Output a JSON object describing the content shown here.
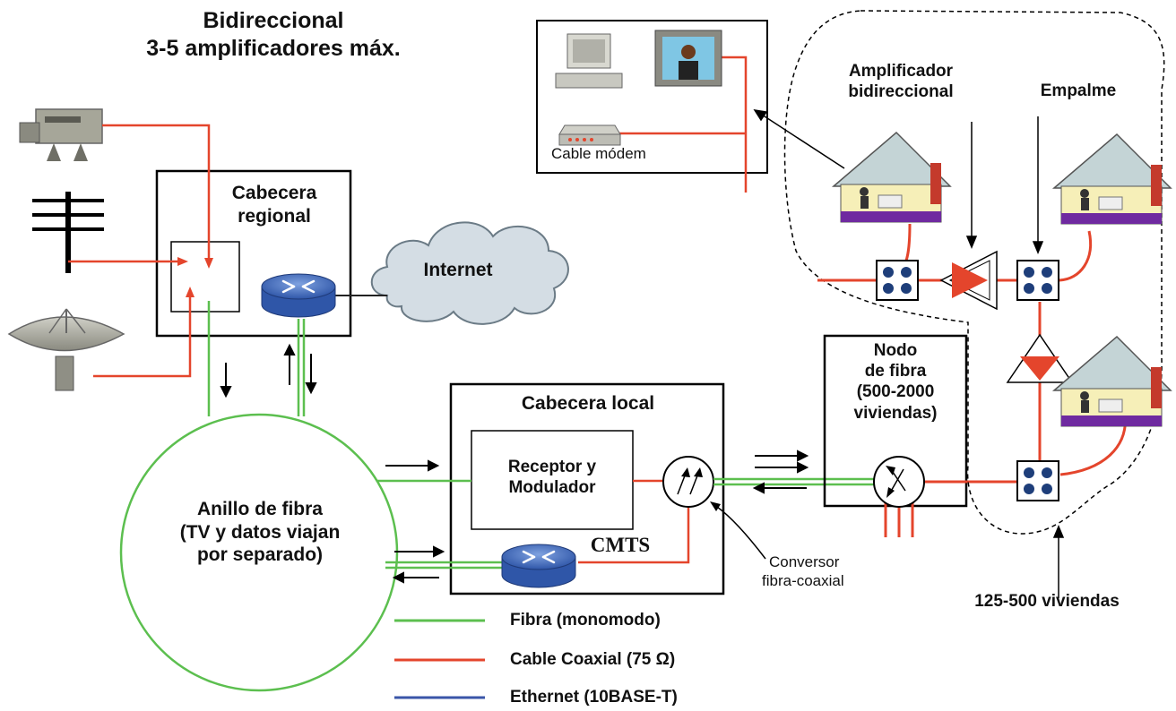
{
  "title": {
    "line1": "Bidireccional",
    "line2": "3-5 amplificadores máx."
  },
  "labels": {
    "cabecera_regional_1": "Cabecera",
    "cabecera_regional_2": "regional",
    "internet": "Internet",
    "cable_modem": "Cable módem",
    "amplificador_1": "Amplificador",
    "amplificador_2": "bidireccional",
    "empalme": "Empalme",
    "nodo_1": "Nodo",
    "nodo_2": "de fibra",
    "nodo_3": "(500-2000",
    "nodo_4": "viviendas)",
    "cabecera_local": "Cabecera local",
    "receptor_1": "Receptor y",
    "receptor_2": "Modulador",
    "cmts": "CMTS",
    "anillo_1": "Anillo de fibra",
    "anillo_2": "(TV y datos viajan",
    "anillo_3": "por separado)",
    "conversor_1": "Conversor",
    "conversor_2": "fibra-coaxial",
    "viviendas": "125-500 viviendas"
  },
  "legend": [
    {
      "label": "Fibra (monomodo)",
      "color": "#5cbf4f"
    },
    {
      "label": "Cable Coaxial (75 Ω)",
      "color": "#e4452c"
    },
    {
      "label": "Ethernet (10BASE-T)",
      "color": "#3a55a8"
    }
  ],
  "colors": {
    "fiber": "#5cbf4f",
    "coax": "#e4452c",
    "ethernet": "#3a55a8",
    "router": "#4a73c4",
    "cloud": "#d4dde4"
  },
  "icons": {
    "camera": "video-camera-icon",
    "antenna": "tv-antenna-icon",
    "dish": "satellite-dish-icon",
    "router": "router-icon",
    "cloud": "cloud-icon",
    "house": "house-icon",
    "amplifier": "amplifier-triangle-icon",
    "splice": "splice-box-icon",
    "converter": "fiber-coax-converter-icon",
    "computer": "computer-icon",
    "tv": "tv-icon",
    "modem": "cable-modem-icon"
  }
}
